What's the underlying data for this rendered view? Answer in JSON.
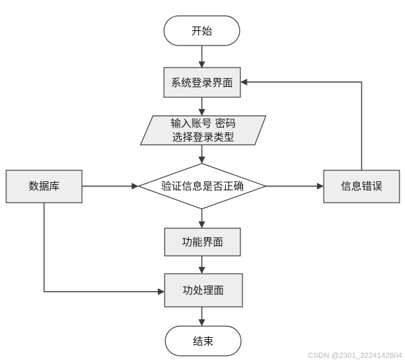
{
  "nodes": {
    "start": "开始",
    "login_ui": "系统登录界面",
    "input_line1": "输入账号 密码",
    "input_line2": "选择登录类型",
    "database": "数据库",
    "verify": "验证信息是否正确",
    "error": "信息错误",
    "function_ui": "功能界面",
    "process": "功处理面",
    "end": "结束"
  },
  "watermark": "CSDN @2301_3224142804"
}
